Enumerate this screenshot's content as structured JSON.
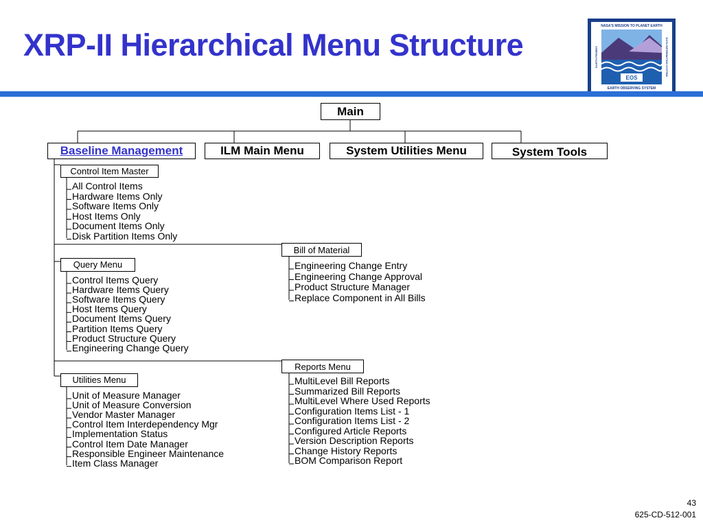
{
  "title": "XRP-II Hierarchical Menu Structure",
  "logo": {
    "top_text": "NASA'S MISSION TO PLANET EARTH",
    "left_text": "EARTH PROBES",
    "right_text": "DATA INFORMATION SYSTEM",
    "badge": "EOS",
    "bottom_text": "EARTH OBSERVING SYSTEM"
  },
  "tree": {
    "main": "Main",
    "top_menus": [
      "Baseline Management",
      "ILM Main Menu",
      "System Utilities Menu",
      "System Tools"
    ],
    "control_item_master": {
      "label": "Control Item Master",
      "items": [
        "All Control Items",
        "Hardware Items Only",
        "Software Items Only",
        "Host Items Only",
        "Document Items Only",
        "Disk Partition Items Only"
      ]
    },
    "query_menu": {
      "label": "Query Menu",
      "items": [
        "Control Items Query",
        "Hardware Items Query",
        "Software Items Query",
        "Host Items Query",
        "Document Items Query",
        "Partition Items Query",
        "Product Structure Query",
        "Engineering Change Query"
      ]
    },
    "utilities_menu": {
      "label": "Utilities Menu",
      "items": [
        "Unit of Measure Manager",
        "Unit of Measure Conversion",
        "Vendor Master Manager",
        "Control Item Interdependency Mgr",
        "Implementation Status",
        "Control Item Date Manager",
        "Responsible Engineer Maintenance",
        "Item Class Manager"
      ]
    },
    "bill_of_material": {
      "label": "Bill of Material",
      "items": [
        "Engineering Change Entry",
        "Engineering Change Approval",
        "Product Structure Manager",
        "Replace Component in All Bills"
      ]
    },
    "reports_menu": {
      "label": "Reports Menu",
      "items": [
        "MultiLevel Bill Reports",
        "Summarized Bill Reports",
        "MultiLevel Where Used Reports",
        "Configuration Items List - 1",
        "Configuration Items List - 2",
        "Configured Article Reports",
        "Version Description Reports",
        "Change History Reports",
        "BOM Comparison Report"
      ]
    }
  },
  "footer": {
    "page_number": "43",
    "doc_id": "625-CD-512-001"
  },
  "colors": {
    "title": "#3333cc",
    "rule": "#2a6fd6",
    "logo_blue": "#1f5fb0",
    "logo_frame": "#1a3f8a"
  }
}
